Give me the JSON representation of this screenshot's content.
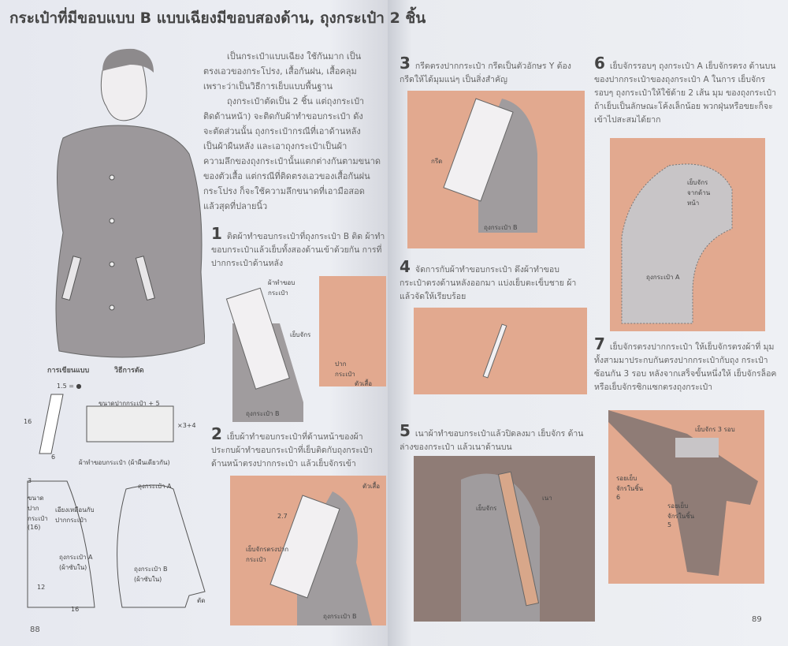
{
  "left_page": {
    "title": "กระเป๋าที่มีขอบแบบ B แบบเฉียงมีขอบสองด้าน, ถุงกระเป๋า 2 ชิ้น",
    "intro": [
      "เป็นกระเป๋าแบบเฉียง ใช้กันมาก เป็น",
      "ตรงเอวของกระโปรง, เสื้อกันฝน, เสื้อคลุม",
      "เพราะว่าเป็นวิธีการเย็บแบบพื้นฐาน",
      "ถุงกระเป๋าตัดเป็น 2 ชิ้น แต่ถุงกระเป๋า",
      "ติดด้านหน้า) จะติดกับผ้าทำขอบกระเป๋า ดัง",
      "จะตัดส่วนนั้น ถุงกระเป๋ากรณีที่เอาด้านหลัง",
      "เป็นผ้าผืนหลัง และเอาถุงกระเป๋าเป็นผ้า",
      "ความลึกของถุงกระเป๋านั้นแตกต่างกันตามขนาด",
      "ของตัวเสื้อ แต่กรณีที่ติดตรงเอวของเสื้อกันฝน",
      "กระโปรง ก็จะใช้ความลึกขนาดที่เอามือสอด",
      "แล้วสุดที่ปลายนิ้ว"
    ],
    "caption_design": "การเขียนแบบ",
    "caption_cut": "วิธีการตัด",
    "pattern_labels": {
      "m1": "1.5 = ●",
      "m2": "16",
      "m3": "6",
      "m4": "ขนาดปากกระเป๋า + 5",
      "m5": "×3+4",
      "m6": "ผ้าทำขอบกระเป๋า (ผ้าผืนเดียวกัน)",
      "m7": "ถุงกระเป๋า A",
      "m8": "ขนาดปากกระเป๋า (16)",
      "m9": "เอียงเหมือนกับปากกระเป๋า",
      "m10": "ถุงกระเป๋า A (ผ้าซับใน)",
      "m11": "ถุงกระเป๋า B (ผ้าซับใน)",
      "m12": "12",
      "m13": "16",
      "m14": "3",
      "m15": "ตัด"
    },
    "step1": {
      "num": "1",
      "text": "ติดผ้าทำขอบกระเป๋าที่ถุงกระเป๋า B ติด ผ้าทำขอบกระเป๋าแล้วเย็บทั้งสองด้านเข้าด้วยกัน การที่ปากกระเป๋าด้านหลัง",
      "labels": [
        "ผ้าทำขอบกระเป๋า",
        "เย็บจักร",
        "ถุงกระเป๋า B",
        "ปากกระเป๋า",
        "ตัวเสื้อ"
      ]
    },
    "step2": {
      "num": "2",
      "text": "เย็บผ้าทำขอบกระเป๋าที่ด้านหน้าของผ้า ประกบผ้าทำขอบกระเป๋าที่เย็บติดกับถุงกระเป๋า ด้านหน้าตรงปากกระเป๋า แล้วเย็บจักรเข้า",
      "labels": [
        "ตัวเสื้อ",
        "2.7",
        "เย็บจักรตรงปากกระเป๋า",
        "ถุงกระเป๋า B"
      ]
    },
    "page_number": "88"
  },
  "right_page": {
    "step3": {
      "num": "3",
      "text": "กรีดตรงปากกระเป๋า กรีดเป็นตัวอักษร Y ต้อง กรีดให้ได้มุมแน่ๆ เป็นสิ่งสำคัญ",
      "labels": [
        "กรีด",
        "ถุงกระเป๋า B"
      ]
    },
    "step4": {
      "num": "4",
      "text": "จัดการกับผ้าทำขอบกระเป๋า ดึงผ้าทำขอบ กระเป๋าตรงด้านหลังออกมา แบ่งเย็บตะเข็บชาย ผ้าแล้วจัดให้เรียบร้อย"
    },
    "step5": {
      "num": "5",
      "text": "เนาผ้าทำขอบกระเป๋าแล้วปิดลงมา เย็บจักร ด้านล่างของกระเป๋า แล้วเนาด้านบน",
      "labels": [
        "เย็บจักร",
        "เนา"
      ]
    },
    "step6": {
      "num": "6",
      "text": "เย็บจักรรอบๆ ถุงกระเป๋า A เย็บจักรตรง ด้านบนของปากกระเป๋าของถุงกระเป๋า A ในการ เย็บจักรรอบๆ ถุงกระเป๋าให้ใช้ด้าย 2 เส้น มุม ของถุงกระเป๋า ถ้าเย็บเป็นลักษณะโค้งเล็กน้อย พวกฝุ่นหรือขยะก็จะเข้าไปสะสมได้ยาก",
      "labels": [
        "เย็บจักรจากด้านหน้า",
        "ถุงกระเป๋า A"
      ]
    },
    "step7": {
      "num": "7",
      "text": "เย็บจักรตรงปากกระเป๋า ให้เย็บจักรตรงผ้าที่ มุมทั้งสามมาประกบกันตรงปากกระเป๋ากับถุง กระเป๋าซ้อนกัน 3 รอบ หลังจากเสร็จขั้นหนึ่งให้ เย็บจักรล็อคหรือเย็บจักรซิกแซกตรงถุงกระเป๋า",
      "labels": [
        "เย็บจักร 3 รอบ",
        "รอยเย็บจักรในชิ้น 6",
        "รอยเย็บจักรในชิ้น 5"
      ]
    },
    "page_number": "89"
  },
  "colors": {
    "figure_bg": "#e2a98f",
    "grey_fabric": "#9e9a9c",
    "dotted_fabric": "#f2f0f2"
  }
}
